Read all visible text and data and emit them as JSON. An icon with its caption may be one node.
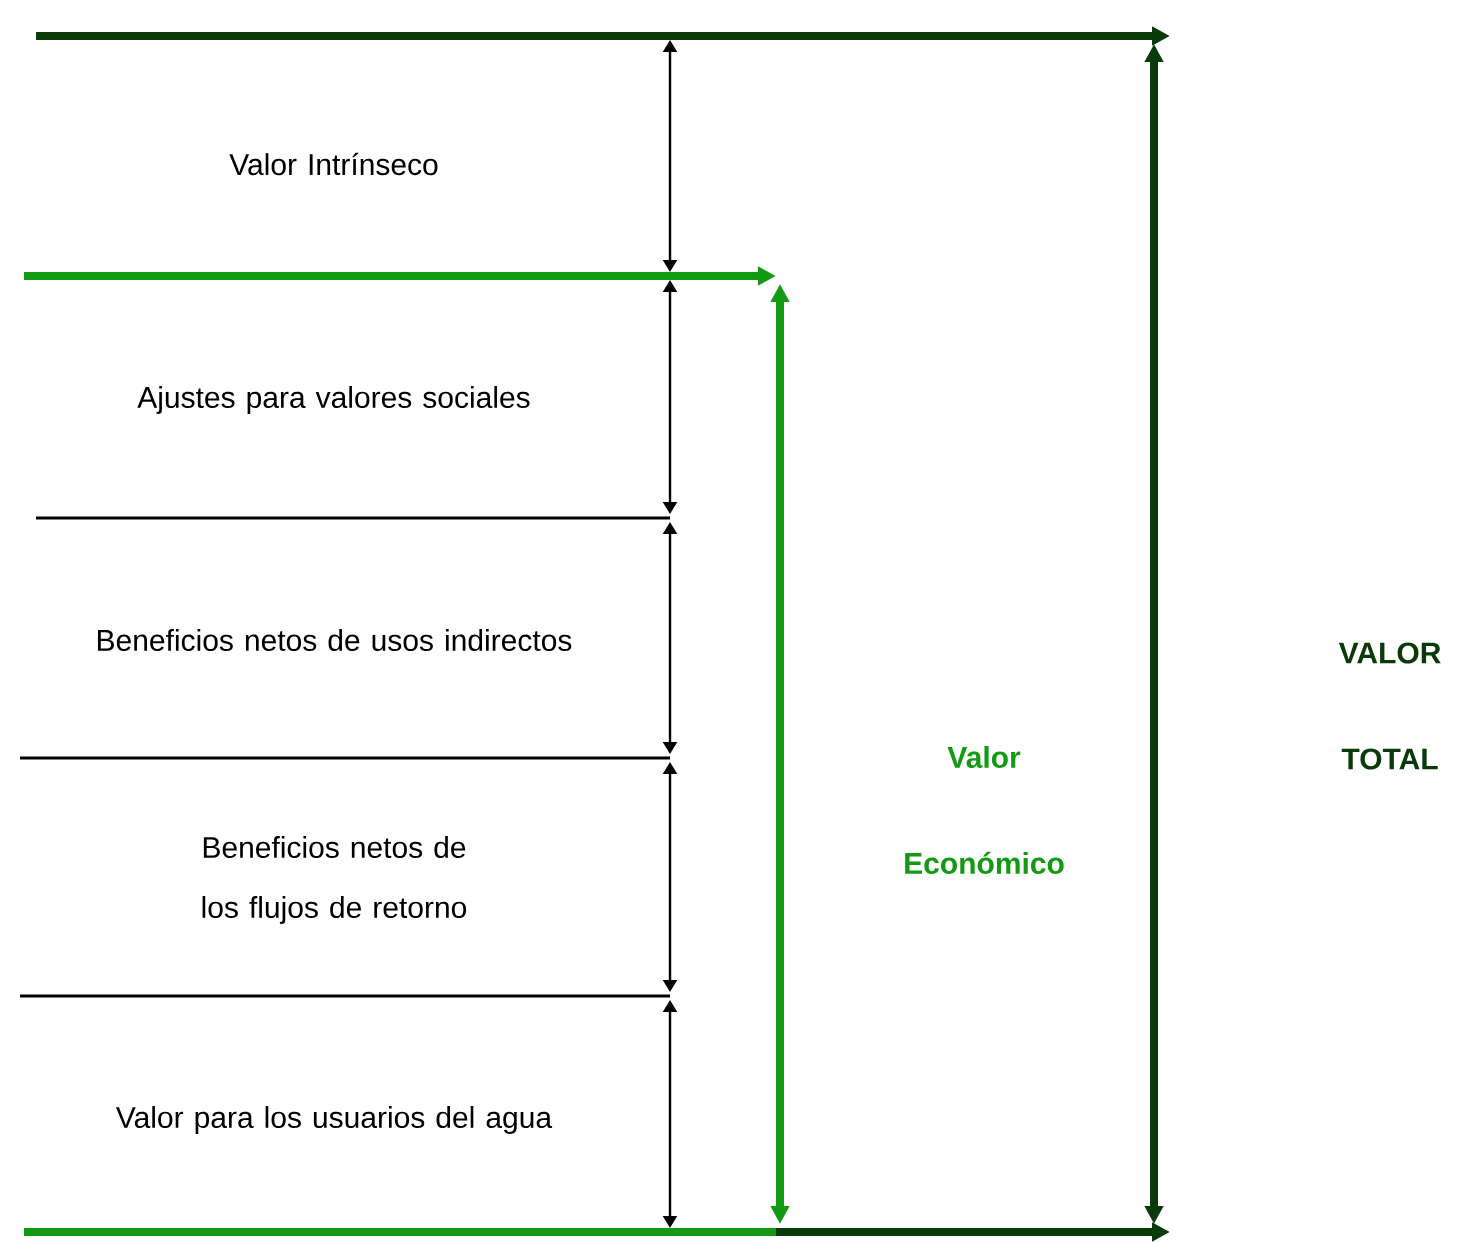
{
  "diagram": {
    "labels": [
      "Valor Intrínseco",
      "Ajustes para valores sociales",
      "Beneficios netos de usos indirectos",
      "Beneficios netos de los flujos de retorno",
      "Valor para los usuarios del agua",
      "Valor Económico",
      "VALOR TOTAL"
    ]
  }
}
